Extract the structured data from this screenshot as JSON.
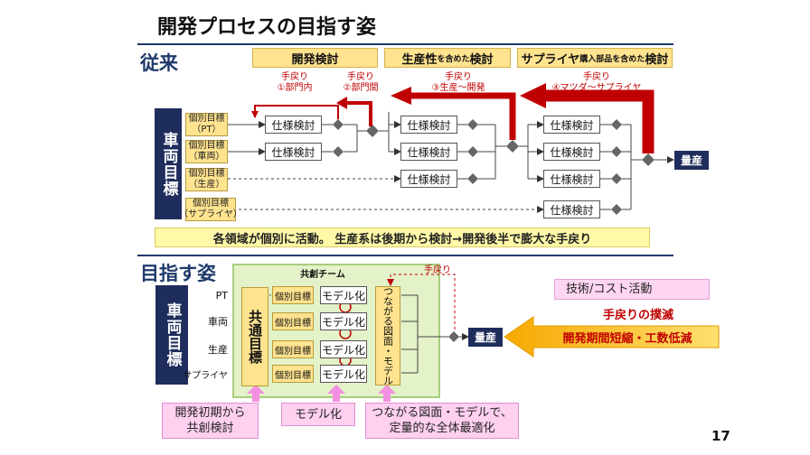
{
  "title": "開発プロセスの目指す姿",
  "page_number": "17",
  "conventional": {
    "heading": "従来",
    "phases": [
      {
        "main": "開発検討",
        "small": "",
        "tail": ""
      },
      {
        "main": "生産性",
        "small": "を含めた",
        "tail": "検討"
      },
      {
        "main": "サプライヤ",
        "small": "購入部品を含めた",
        "tail": "検討"
      }
    ],
    "returns": [
      {
        "line1": "手戻り",
        "line2": "①部門内"
      },
      {
        "line1": "手戻り",
        "line2": "②部門間"
      },
      {
        "line1": "手戻り",
        "line2": "③生産～開発"
      },
      {
        "line1": "手戻り",
        "line2": "④マツダ～サプライヤ"
      }
    ],
    "vehicle_goal": "車両目標",
    "goals": [
      {
        "line1": "個別目標",
        "line2": "（PT）"
      },
      {
        "line1": "個別目標",
        "line2": "（車両）"
      },
      {
        "line1": "個別目標",
        "line2": "（生産）"
      },
      {
        "line1": "個別目標",
        "line2": "（サプライヤ）"
      }
    ],
    "spec_review": "仕様検討",
    "mass_production": "量産",
    "summary": "各領域が個別に活動。 生産系は後期から検討→開発後半で膨大な手戻り"
  },
  "target": {
    "heading": "目指す姿",
    "co_creation_team": "共創チーム",
    "rework": "手戻り",
    "vehicle_goal": "車両目標",
    "rows": [
      "PT",
      "車両",
      "生産",
      "サプライヤ"
    ],
    "common_goal": "共通目標",
    "individual_goal": "個別目標",
    "modeling": "モデル化",
    "connected_drawings": "つながる図面・モデル",
    "mass_production": "量産",
    "tech_cost": "技術/コスト活動",
    "rework_eliminated": "手戻りの撲滅",
    "reduction": "開発期間短縮・工数低減",
    "bottom_notes": {
      "early": [
        "開発初期から",
        "共創検討"
      ],
      "modeling": "モデル化",
      "drawing": [
        "つながる図面・モデルで、",
        "定量的な全体最適化"
      ]
    }
  },
  "colors": {
    "navy": "#1f2d5c",
    "accent_red": "#c00000",
    "yellow": "#ffe38f",
    "light_yellow": "#fff9a8",
    "team_green": "#e3f2c8",
    "pink": "#ffd0f0",
    "orange_arrow": "#f5b400"
  }
}
